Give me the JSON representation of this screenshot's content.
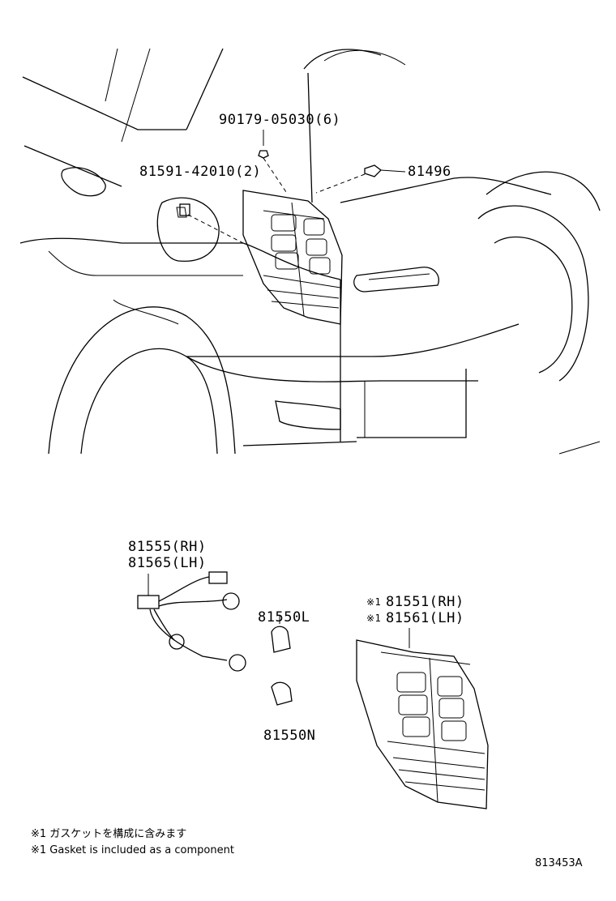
{
  "labels": {
    "bolt_9017905030": "90179-05030(6)",
    "clip_8159142010": "81591-42010(2)",
    "socket_81496": "81496",
    "wire_rh": "81555(RH)",
    "wire_lh": "81565(LH)",
    "bulb_l": "81550L",
    "bulb_n": "81550N",
    "lamp_rh": "81551(RH)",
    "lamp_lh": "81561(LH)",
    "lamp_mark_rh": "※1",
    "lamp_mark_lh": "※1"
  },
  "notes": {
    "jp": "※1 ガスケットを構成に含みます",
    "en": "※1 Gasket is included as a component"
  },
  "diagram_id": "813453A",
  "icons": [
    "vehicle-rear-quarter",
    "tail-lamp-assembly",
    "wire-harness",
    "bulb",
    "clip",
    "bolt",
    "socket"
  ]
}
